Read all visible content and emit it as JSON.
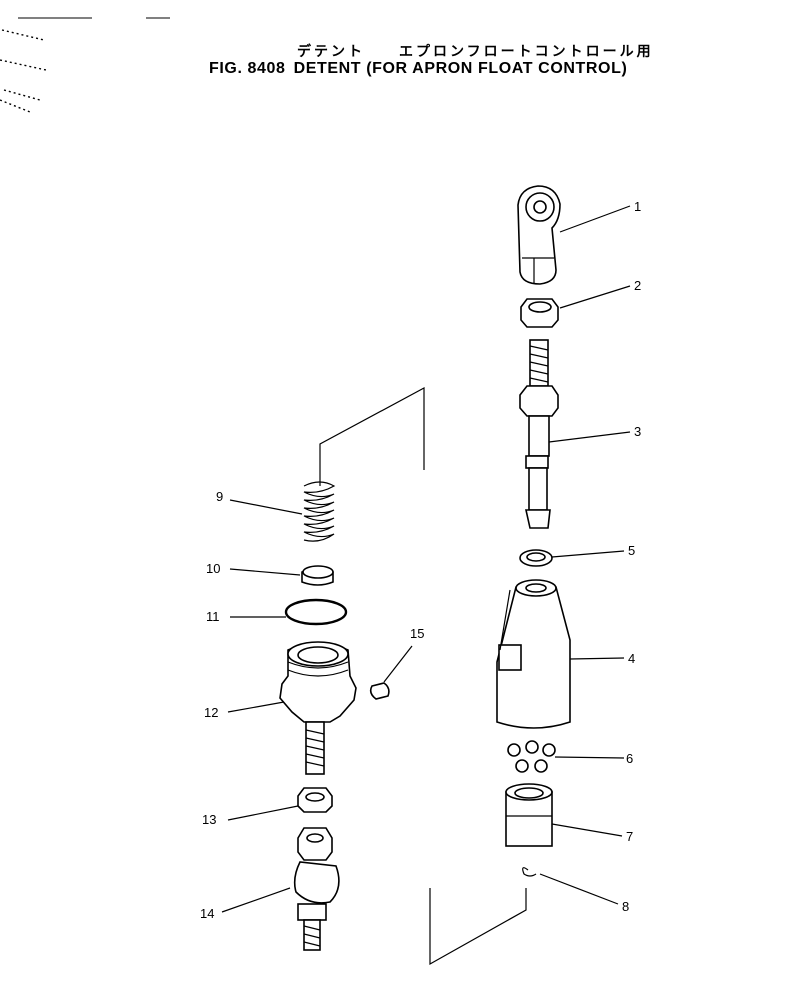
{
  "figure": {
    "title_jp": "デテント　　エプロンフロートコントロール用",
    "fig_number": "FIG. 8408",
    "title_en": "DETENT (FOR APRON  FLOAT CONTROL)"
  },
  "callouts": [
    "1",
    "2",
    "3",
    "4",
    "5",
    "6",
    "7",
    "8",
    "9",
    "10",
    "11",
    "12",
    "13",
    "14",
    "15"
  ]
}
